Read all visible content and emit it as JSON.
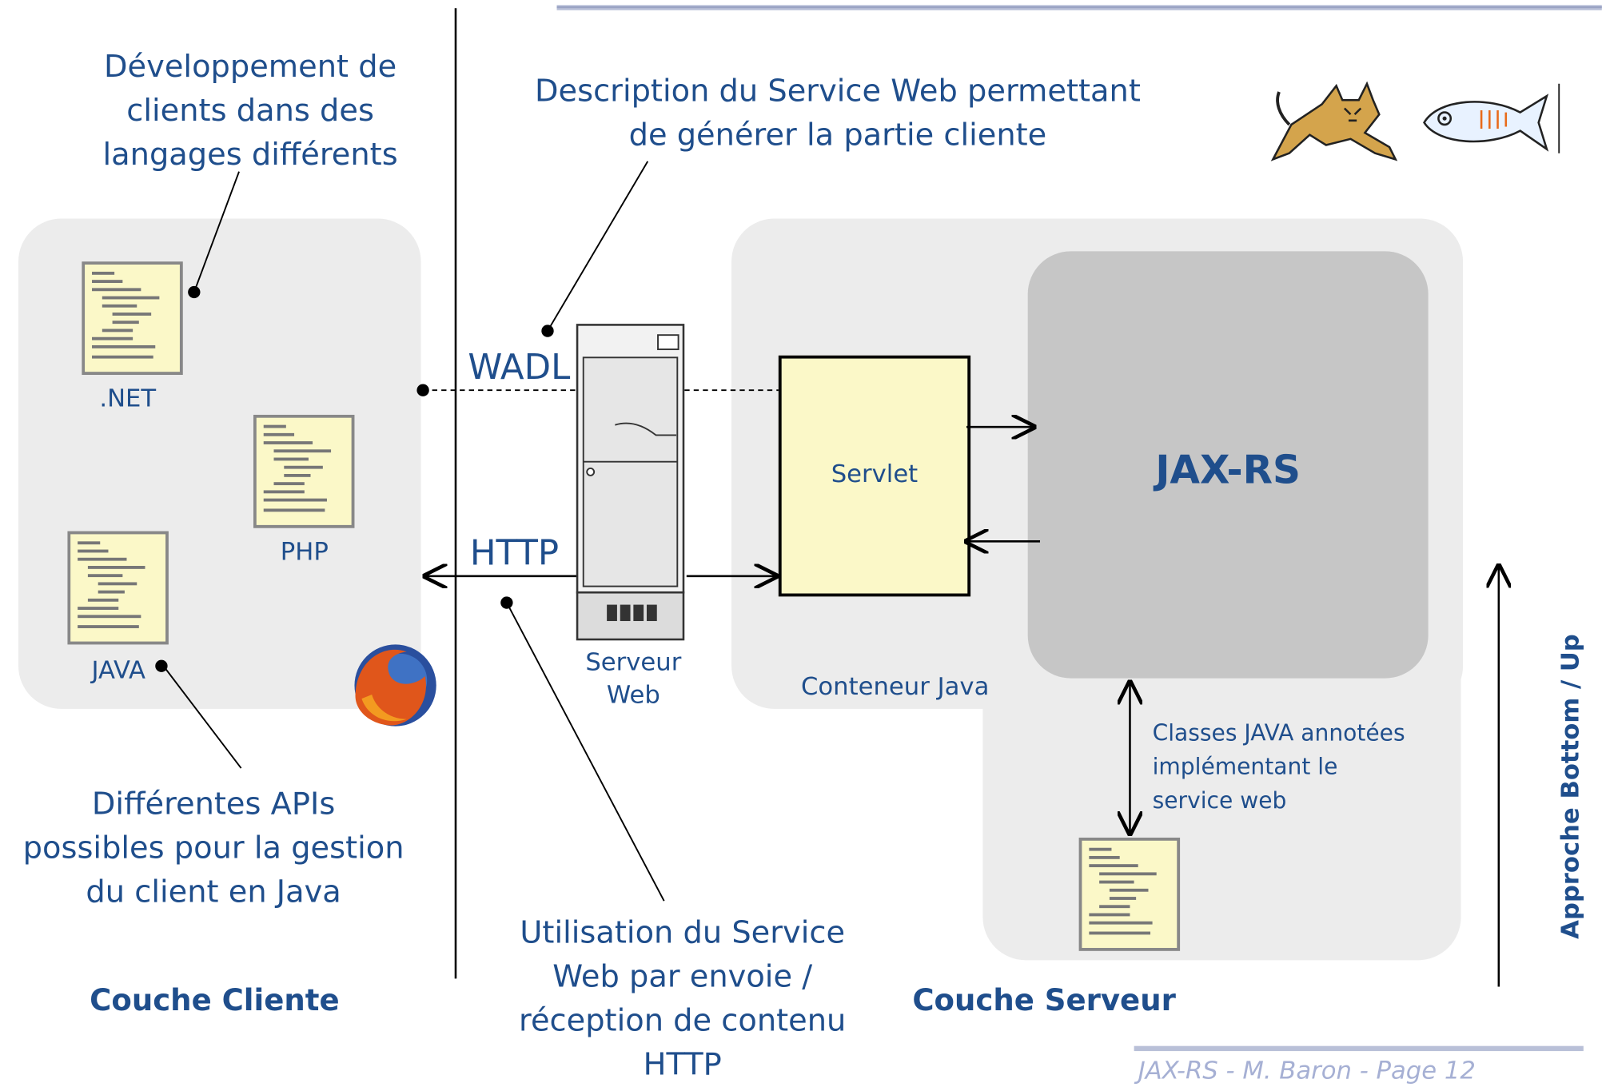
{
  "annotations": {
    "dev_clients": "Développement de\nclients dans des\nlangages différents",
    "wadl_desc": "Description du Service Web permettant\nde générer la partie cliente",
    "apis": "Différentes APIs\npossibles pour la gestion\ndu client en Java",
    "http_usage": "Utilisation du Service\nWeb par envoie /\nréception de contenu\nHTTP",
    "classes": "Classes JAVA annotées\nimplémentant le\nservice web"
  },
  "client": {
    "net": ".NET",
    "php": "PHP",
    "java": "JAVA",
    "layer": "Couche Cliente"
  },
  "protocols": {
    "wadl": "WADL",
    "http": "HTTP"
  },
  "server_machine": "Serveur\nWeb",
  "server": {
    "servlet": "Servlet",
    "jaxrs": "JAX-RS",
    "container": "Conteneur Java",
    "layer": "Couche Serveur"
  },
  "approach": "Approche Bottom / Up",
  "footer": "JAX-RS - M. Baron - Page 12",
  "colors": {
    "text": "#1f4e8c",
    "panel": "#ececec",
    "jaxrs_box": "#c6c6c6",
    "doc": "#fbf8c8",
    "doc_border": "#888888"
  }
}
